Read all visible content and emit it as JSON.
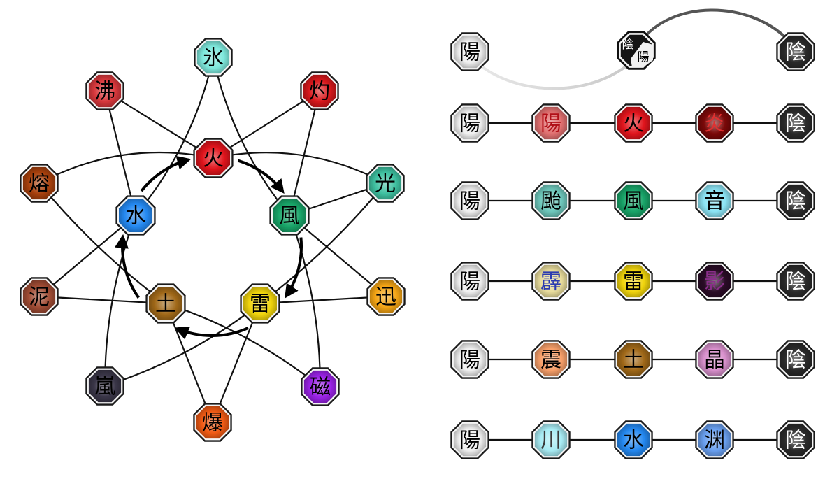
{
  "wheel": {
    "inner": [
      {
        "id": "fire",
        "char": "火",
        "color": "#e0141c"
      },
      {
        "id": "wind",
        "char": "風",
        "color": "#18a468"
      },
      {
        "id": "lightning",
        "char": "雷",
        "color": "#f0d40c"
      },
      {
        "id": "earth",
        "char": "土",
        "color": "#a06818"
      },
      {
        "id": "water",
        "char": "水",
        "color": "#2488f0"
      }
    ],
    "outer": [
      {
        "id": "ice",
        "char": "氷",
        "color": "#7ee8dc"
      },
      {
        "id": "scorch",
        "char": "灼",
        "color": "#d8181c"
      },
      {
        "id": "light",
        "char": "光",
        "color": "#3ec0a0"
      },
      {
        "id": "swift",
        "char": "迅",
        "color": "#f4a414"
      },
      {
        "id": "magnet",
        "char": "磁",
        "color": "#9a22e6"
      },
      {
        "id": "explosion",
        "char": "爆",
        "color": "#f05a14"
      },
      {
        "id": "storm",
        "char": "嵐",
        "color": "#3a3648"
      },
      {
        "id": "mud",
        "char": "泥",
        "color": "#a04c34"
      },
      {
        "id": "lava",
        "char": "熔",
        "color": "#a8400c"
      },
      {
        "id": "boil",
        "char": "沸",
        "color": "#d8383c"
      }
    ]
  },
  "yin_yang": {
    "yang": "陽",
    "yin": "陰",
    "top_center": {
      "top": "陰",
      "bottom": "陽"
    },
    "rows": [
      {
        "id": "fire",
        "items": [
          {
            "char": "陽",
            "color": "#e07070",
            "text_color": "#b01018"
          },
          {
            "char": "火",
            "color": "#e0141c",
            "text_color": "#000000"
          },
          {
            "char": "炎",
            "color": "#7a0808",
            "text_color": "#e03030"
          }
        ]
      },
      {
        "id": "wind",
        "items": [
          {
            "char": "颱",
            "color": "#6ec8bc",
            "text_color": "#000000"
          },
          {
            "char": "風",
            "color": "#18a468",
            "text_color": "#000000"
          },
          {
            "char": "音",
            "color": "#8ce4f4",
            "text_color": "#000000"
          }
        ]
      },
      {
        "id": "lightning",
        "items": [
          {
            "char": "霹",
            "color": "#e8dc9c",
            "text_color": "#2a3ab0"
          },
          {
            "char": "雷",
            "color": "#f0d40c",
            "text_color": "#000000"
          },
          {
            "char": "影",
            "color": "#2a0c26",
            "text_color": "#8a2e8a"
          }
        ]
      },
      {
        "id": "earth",
        "items": [
          {
            "char": "震",
            "color": "#f8a06a",
            "text_color": "#000000"
          },
          {
            "char": "土",
            "color": "#a06818",
            "text_color": "#000000"
          },
          {
            "char": "晶",
            "color": "#d890cc",
            "text_color": "#000000"
          }
        ]
      },
      {
        "id": "water",
        "items": [
          {
            "char": "川",
            "color": "#a8ecf4",
            "text_color": "#3a3a3a"
          },
          {
            "char": "水",
            "color": "#2488f0",
            "text_color": "#000000"
          },
          {
            "char": "渊",
            "color": "#6aa0f0",
            "text_color": "#000000"
          }
        ]
      }
    ]
  }
}
